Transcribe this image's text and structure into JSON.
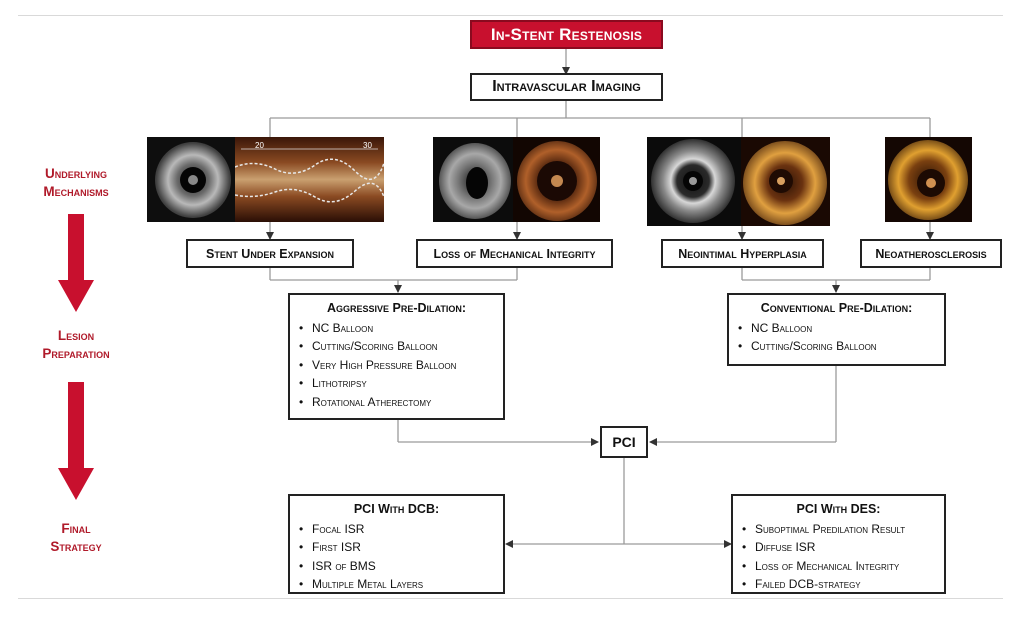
{
  "title": "In-Stent Restenosis",
  "imaging": "Intravascular Imaging",
  "side_labels": {
    "mechanisms": [
      "Underlying",
      "Mechanisms"
    ],
    "preparation": [
      "Lesion",
      "Preparation"
    ],
    "strategy": [
      "Final",
      "Strategy"
    ]
  },
  "mechanisms": [
    "Stent Under Expansion",
    "Loss of Mechanical Integrity",
    "Neointimal Hyperplasia",
    "Neoatherosclerosis"
  ],
  "image_scale_labels": [
    "20",
    "30"
  ],
  "aggressive": {
    "title": "Aggressive Pre-Dilation:",
    "items": [
      "NC Balloon",
      "Cutting/Scoring Balloon",
      "Very High Pressure Balloon",
      "Lithotripsy",
      "Rotational Atherectomy"
    ]
  },
  "conventional": {
    "title": "Conventional Pre-Dilation:",
    "items": [
      "NC Balloon",
      "Cutting/Scoring Balloon"
    ]
  },
  "pci": "PCI",
  "dcb": {
    "title": "PCI With DCB:",
    "items": [
      "Focal ISR",
      "First ISR",
      "ISR of BMS",
      "Multiple Metal Layers"
    ]
  },
  "des": {
    "title": "PCI With DES:",
    "items": [
      "Suboptimal Predilation Result",
      "Diffuse ISR",
      "Loss of Mechanical Integrity",
      "Failed DCB-strategy"
    ]
  },
  "colors": {
    "accent_red": "#c8102e",
    "label_red": "#b01a2a",
    "line": "#9a9a9a"
  },
  "icons": [
    "ivus-image",
    "oct-image",
    "longitudinal-image",
    "down-arrow"
  ]
}
